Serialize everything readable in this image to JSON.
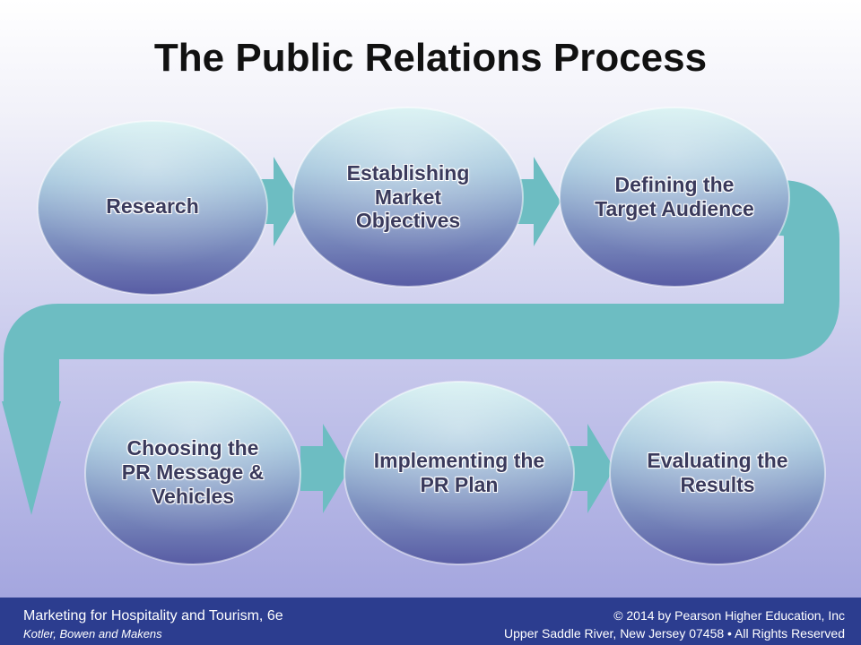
{
  "slide": {
    "title": "The Public Relations Process"
  },
  "steps": [
    {
      "label": "Research"
    },
    {
      "label": "Establishing Market Objectives"
    },
    {
      "label": "Defining the Target Audience"
    },
    {
      "label": "Choosing the PR Message & Vehicles"
    },
    {
      "label": "Implementing the PR Plan"
    },
    {
      "label": "Evaluating the Results"
    }
  ],
  "footer": {
    "book": "Marketing for Hospitality and Tourism, 6e",
    "authors": "Kotler, Bowen and Makens",
    "copyright": "© 2014 by Pearson Higher Education, Inc",
    "address": "Upper Saddle River, New Jersey 07458 • All Rights Reserved"
  },
  "colors": {
    "arrow": "#6dbdc2",
    "node_top": "#cfeef0",
    "node_bottom": "#5b5ea6",
    "footer": "#2c3d8f"
  }
}
